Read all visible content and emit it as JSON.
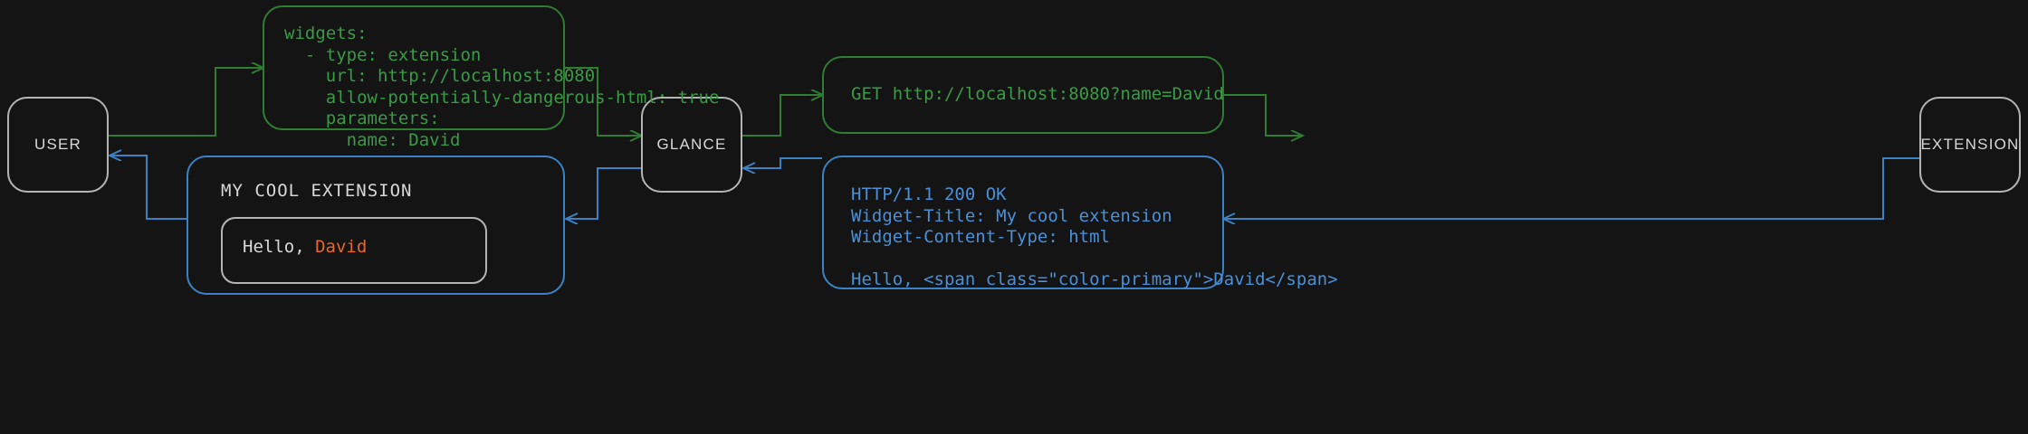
{
  "diagram": {
    "background_color": "#141414",
    "request_color": "#2f7d32",
    "request_text_color": "#3a9a46",
    "response_color": "#3b82c4",
    "response_text_color": "#4a90d9",
    "node_border_color": "#b5b5b5",
    "accent_color": "#e8662a"
  },
  "nodes": {
    "user": {
      "label": "USER"
    },
    "glance": {
      "label": "GLANCE"
    },
    "extension": {
      "label": "EXTENSION"
    }
  },
  "messages": {
    "config_yaml": {
      "text": "widgets:\n  - type: extension\n    url: http://localhost:8080\n    allow-potentially-dangerous-html: true\n    parameters:\n      name: David"
    },
    "http_request": {
      "text": "GET http://localhost:8080?name=David"
    },
    "http_response": {
      "text": "HTTP/1.1 200 OK\nWidget-Title: My cool extension\nWidget-Content-Type: html\n\nHello, <span class=\"color-primary\">David</span>"
    }
  },
  "widget_preview": {
    "title": "MY COOL EXTENSION",
    "body_prefix": "Hello, ",
    "body_accent": "David"
  }
}
